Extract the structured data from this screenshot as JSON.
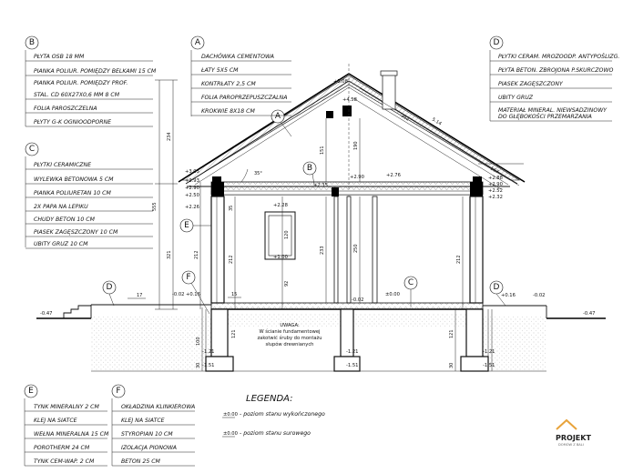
{
  "labels": {
    "A": "A",
    "B": "B",
    "C": "C",
    "D": "D",
    "E": "E",
    "F": "F"
  },
  "layers": {
    "B": [
      "PŁYTA OSB 18 MM",
      "PIANKA POLIUR. POMIĘDZY BELKAMI 15 CM",
      "PIANKA POLIUR. POMIĘDZY PROF.",
      "STAL. CD 60X27X0,6 MM 8 CM",
      "FOLIA PAROSZCZELNA",
      "PŁYTY G-K OGNIOODPORNE"
    ],
    "A": [
      "DACHÓWKA CEMENTOWA",
      "ŁATY 5X5 CM",
      "KONTRŁATY 2,5 CM",
      "FOLIA PAROPRZEPUSZCZALNA",
      "KROKWIE 8X18 CM"
    ],
    "D": [
      "PŁYTKI CERAM. MROZOODP. ANTYPOŚLIZG.",
      "PŁYTA BETON. ZBROJONA P.SKURCZOWO",
      "PIASEK ZAGĘSZCZONY",
      "UBITY GRUZ",
      "MATERIAŁ MINERAL. NIEWSADZINOWY",
      "DO GŁĘBOKOŚCI PRZEMARZANIA"
    ],
    "C": [
      "PŁYTKI CERAMICZNE",
      "WYLEWKA BETONOWA 5 CM",
      "PIANKA POLIURETAN 10 CM",
      "2X PAPA NA LEPIKU",
      "CHUDY BETON 10 CM",
      "PIASEK ZAGĘSZCZONY 10 CM",
      "UBITY GRUZ 10 CM"
    ],
    "E": [
      "TYNK MINERALNY 2 CM",
      "KLEJ NA SIATCE",
      "WEŁNA MINERALNA 15 CM",
      "POROTHERM 24 CM",
      "TYNK CEM-WAP. 2 CM"
    ],
    "F": [
      "OKŁADZINA KLINKIEROWA",
      "KLEJ NA SIATCE",
      "STYROPIAN 10 CM",
      "IZOLACJA PIONOWA",
      "BETON 25 CM"
    ]
  },
  "legend": {
    "title": "LEGENDA:",
    "items": [
      {
        "marker": "±0.00",
        "text": "- poziom stanu wykończonego"
      },
      {
        "marker": "±0.00",
        "text": "- poziom stanu surowego"
      }
    ]
  },
  "note": [
    "UWAGA:",
    "W ścianie fundamentowej",
    "zakotwić śruby do montażu",
    "słupów drewnianych"
  ],
  "levels": {
    "ridge": "+5.08",
    "eave_left": "+3.05",
    "eave_right": "+2.88",
    "plate_l1": "+2.93",
    "plate_l2": "+2.90",
    "plate_l3": "+2.50",
    "plate_r1": "+2.90",
    "plate_r2": "+2.52",
    "plate_r3": "+2.32",
    "ceiling_c": "+2.90",
    "ceiling_c2": "+2.35",
    "ceiling_r": "+2.76",
    "win_top": "+2.28",
    "win_bot": "+1.00",
    "left_small": "+2.26",
    "floor": "±0.00",
    "floor_b": "-0.02",
    "floor_l": "-0.02",
    "left_ext": "-0.02",
    "step": "+0.16",
    "right_ext": "-0.02",
    "right_step": "+0.16",
    "ground_l": "-0.47",
    "ground_r": "-0.47",
    "top_c": "+4.58",
    "found_l1": "-1.21",
    "found_l2": "-1.51",
    "found_c1": "-1.21",
    "found_c2": "-1.51",
    "found_r1": "-1.21",
    "found_r2": "-1.51"
  },
  "dims": {
    "v555": "555",
    "v234": "234",
    "v321": "321",
    "v151": "151",
    "v190": "190",
    "v212a": "212",
    "v212b": "212",
    "v233": "233",
    "v250": "250",
    "v120": "120",
    "v92": "92",
    "v121a": "121",
    "v121b": "121",
    "v100": "100",
    "v30a": "30",
    "v30b": "30",
    "v212c": "212",
    "v35": "35",
    "roof1": "352",
    "roof2": "5.14",
    "roof3": "167",
    "angle": "35°",
    "h17": "17",
    "h15": "15"
  },
  "logo": {
    "name": "PROJEKT",
    "sub": "DOMÓW Z BALI"
  }
}
